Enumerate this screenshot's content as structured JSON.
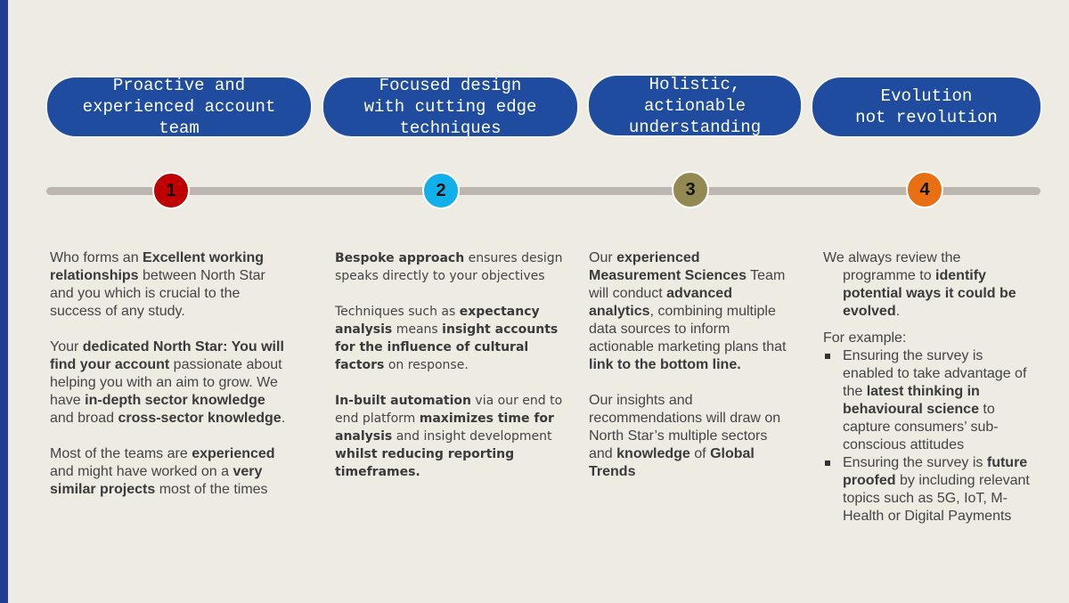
{
  "colors": {
    "pill": "#1f4c9e",
    "step1": "#c00000",
    "step2": "#12b0ea",
    "step3": "#938953",
    "step4": "#e86f12",
    "accent_bar": "#1f3f94"
  },
  "steps": [
    {
      "title": "Proactive and\nexperienced account\nteam",
      "number": "1"
    },
    {
      "title": "Focused design\nwith cutting edge\ntechniques",
      "number": "2"
    },
    {
      "title": "Holistic,\nactionable\nunderstanding",
      "number": "3"
    },
    {
      "title": "Evolution\nnot revolution",
      "number": "4"
    }
  ],
  "col1": {
    "p1": [
      {
        "t": "Who forms an ",
        "b": false
      },
      {
        "t": "Excellent working relationships",
        "b": true
      },
      {
        "t": " between North Star and you which is crucial to the success of any study.",
        "b": false
      }
    ],
    "p2": [
      {
        "t": "Your ",
        "b": false
      },
      {
        "t": "dedicated North Star: You will find your account",
        "b": true
      },
      {
        "t": " passionate about helping you with an aim to grow.  We have ",
        "b": false
      },
      {
        "t": "in-depth sector knowledge",
        "b": true
      },
      {
        "t": " and broad ",
        "b": false
      },
      {
        "t": "cross-sector knowledge",
        "b": true
      },
      {
        "t": ".",
        "b": false
      }
    ],
    "p3": [
      {
        "t": "Most of the teams are ",
        "b": false
      },
      {
        "t": "experienced",
        "b": true
      },
      {
        "t": " and might have worked on a ",
        "b": false
      },
      {
        "t": "very similar projects",
        "b": true
      },
      {
        "t": " most of the times",
        "b": false
      }
    ]
  },
  "col2": {
    "p1": [
      {
        "t": "Bespoke approach",
        "b": true
      },
      {
        "t": " ensures design speaks directly to your objectives",
        "b": false
      }
    ],
    "p2": [
      {
        "t": "Techniques such as ",
        "b": false
      },
      {
        "t": "expectancy analysis",
        "b": true
      },
      {
        "t": " means ",
        "b": false
      },
      {
        "t": "insight accounts for the influence of cultural factors",
        "b": true
      },
      {
        "t": " on response.",
        "b": false
      }
    ],
    "p3": [
      {
        "t": "In-built automation",
        "b": true
      },
      {
        "t": " via our end to end platform ",
        "b": false
      },
      {
        "t": "maximizes time for analysis",
        "b": true
      },
      {
        "t": " and insight development ",
        "b": false
      },
      {
        "t": "whilst reducing reporting timeframes.",
        "b": true
      }
    ]
  },
  "col3": {
    "p1": [
      {
        "t": "Our ",
        "b": false
      },
      {
        "t": "experienced Measurement  Sciences",
        "b": true
      },
      {
        "t": " Team will conduct ",
        "b": false
      },
      {
        "t": "advanced analytics",
        "b": true
      },
      {
        "t": ",  combining multiple data sources to inform actionable marketing plans that ",
        "b": false
      },
      {
        "t": "link to the bottom line.",
        "b": true
      }
    ],
    "p2": [
      {
        "t": "Our insights and recommendations will draw on North Star’s multiple sectors and ",
        "b": false
      },
      {
        "t": "knowledge",
        "b": true
      },
      {
        "t": " of ",
        "b": false
      },
      {
        "t": "Global Trends",
        "b": true
      }
    ]
  },
  "col4": {
    "p1": [
      {
        "t": "We always  review the programme to ",
        "b": false
      },
      {
        "t": "identify potential ways it could be evolved",
        "b": true
      },
      {
        "t": ".",
        "b": false
      }
    ],
    "for_example": "For example:",
    "bullets": [
      [
        {
          "t": "Ensuring the survey is enabled to take advantage of the ",
          "b": false
        },
        {
          "t": "latest thinking in behavioural science",
          "b": true
        },
        {
          "t": " to capture consumers’ sub-conscious attitudes",
          "b": false
        }
      ],
      [
        {
          "t": "Ensuring the survey is ",
          "b": false
        },
        {
          "t": "future proofed",
          "b": true
        },
        {
          "t": " by including relevant topics such as 5G, IoT, M-Health or Digital Payments",
          "b": false
        }
      ]
    ]
  }
}
